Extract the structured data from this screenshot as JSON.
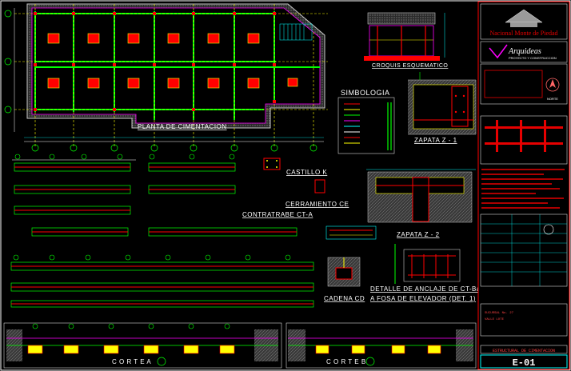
{
  "drawing": {
    "plan_title": "PLANTA DE CIMENTACION",
    "elevation_title": "CROQUIS ESQUEMATICO",
    "legend_title": "SIMBOLOGIA",
    "castillo_label": "CASTILLO K",
    "cerramiento_label": "CERRAMIENTO CE",
    "contratrabe_label": "CONTRATRABE CT-A",
    "zapata1_label": "ZAPATA Z - 1",
    "zapata2_label": "ZAPATA Z - 2",
    "cadena_label": "CADENA CD",
    "detalle_line1": "DETALLE DE ANCLAJE DE CT-Ba",
    "detalle_line2": "A FOSA DE ELEVADOR (DET. 1)",
    "corte_a_label": "C O R T E   A",
    "corte_b_label": "C O R T E   B"
  },
  "title_block": {
    "client": "Nacional Monte de Piedad",
    "firm_name": "Arquideas",
    "firm_tagline": "PROYECTO Y CONSTRUCCION",
    "north_label": "NORTE",
    "sheet_number": "E-01",
    "sheet_type": "ESTRUCTURAL DE CIMENTACION",
    "branch_line1": "SUCURSAL No. 27",
    "branch_line2": "VALLE LOTE"
  },
  "colors": {
    "background": "#000000",
    "wall": "#c8c8c8",
    "grid": "#ffff00",
    "beams": "#00ff00",
    "magenta": "#ff00ff",
    "footing": "#ff0000",
    "cyan": "#00ffff",
    "title_red": "#e60000"
  }
}
